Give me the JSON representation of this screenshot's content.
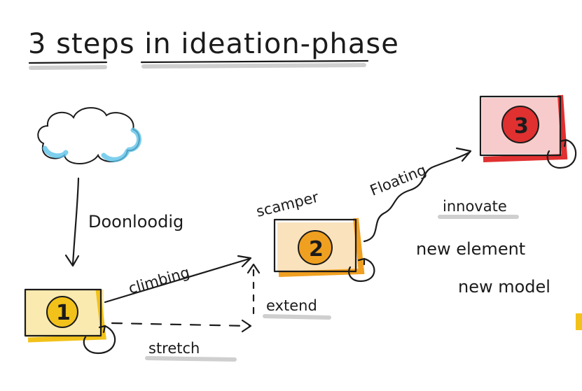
{
  "title": "3 steps in ideation-phase",
  "labels": {
    "downloading": "Doonloodig",
    "climbing": "climbing",
    "stretch": "stretch",
    "scamper": "scamper",
    "extend": "extend",
    "floating": "Floating",
    "innovate": "innovate",
    "new_element": "new element",
    "new_model": "new model"
  },
  "steps": [
    {
      "number": "1",
      "color": "#f2c21a"
    },
    {
      "number": "2",
      "color": "#f0a020"
    },
    {
      "number": "3",
      "color": "#e03030"
    }
  ],
  "cloud_color": "#5ec3ea"
}
